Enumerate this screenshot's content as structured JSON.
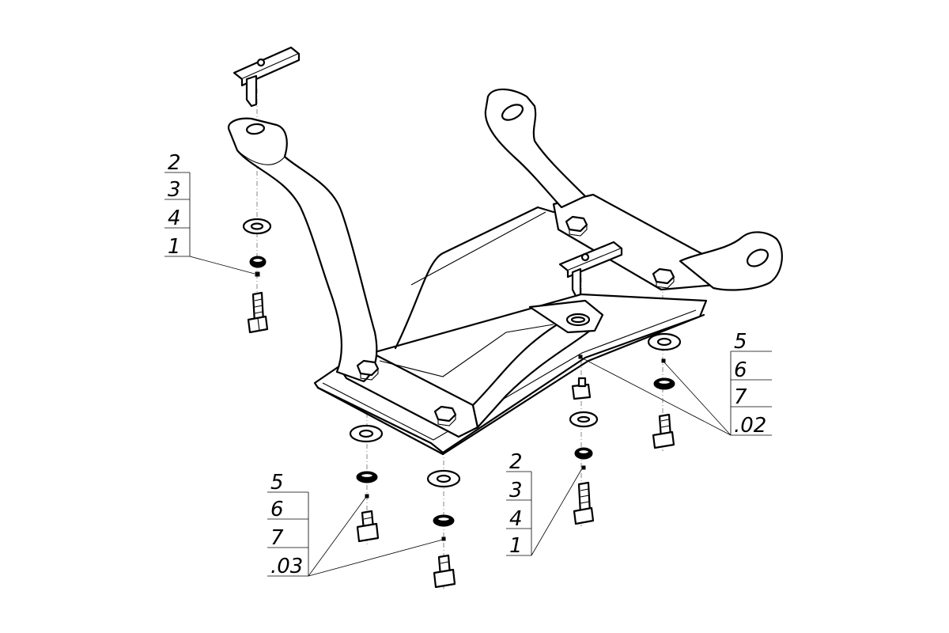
{
  "callouts": {
    "left_bracket_bolt": [
      "2",
      "3",
      "4",
      "1"
    ],
    "right_bracket_bolt": [
      "2",
      "3",
      "4",
      "1"
    ],
    "front_plate_bolts": [
      "5",
      "6",
      "7",
      ".03"
    ],
    "rear_plate_bolts": [
      "5",
      "6",
      "7",
      ".02"
    ]
  }
}
